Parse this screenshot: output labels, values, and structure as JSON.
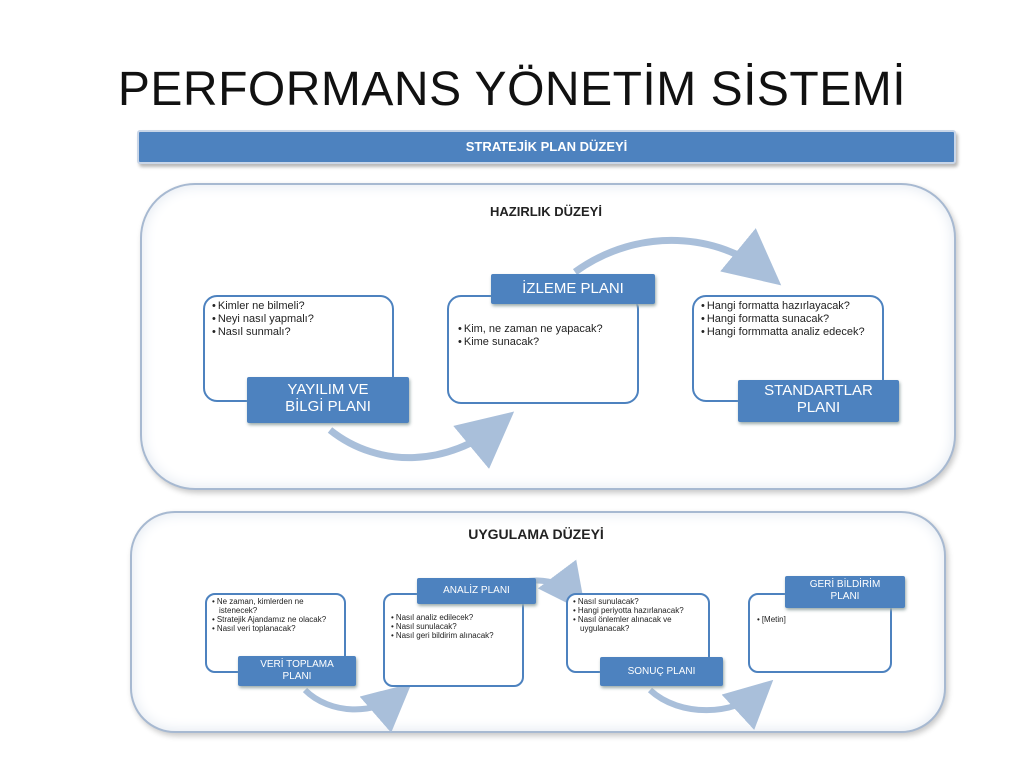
{
  "title": "PERFORMANS YÖNETİM SİSTEMİ",
  "banner": "STRATEJİK PLAN DÜZEYİ",
  "hazirlik": {
    "title": "HAZIRLIK DÜZEYİ",
    "yayilim": {
      "label_line1": "YAYILIM  VE",
      "label_line2": "BİLGİ PLANI",
      "bullets": [
        "Kimler ne bilmeli?",
        "Neyi nasıl yapmalı?",
        "Nasıl sunmalı?"
      ]
    },
    "izleme": {
      "label": "İZLEME PLANI",
      "bullets": [
        "Kim, ne zaman  ne yapacak?",
        "Kime sunacak?"
      ]
    },
    "standartlar": {
      "label_line1": "STANDARTLAR",
      "label_line2": "PLANI",
      "bullets": [
        "Hangi formatta hazırlayacak?",
        "Hangi formatta  sunacak?",
        "Hangi formmatta  analiz edecek?"
      ]
    }
  },
  "uygulama": {
    "title": "UYGULAMA DÜZEYİ",
    "veri": {
      "label_line1": "VERİ TOPLAMA",
      "label_line2": "PLANI",
      "bullets": [
        "Ne zaman, kimlerden ne istenecek?",
        "Stratejik Ajandamız ne olacak?",
        "Nasıl veri toplanacak?"
      ]
    },
    "analiz": {
      "label": "ANALİZ PLANI",
      "bullets": [
        "Nasıl analiz edilecek?",
        "Nasıl sunulacak?",
        "Nasıl geri bildirim alınacak?"
      ]
    },
    "sonuc": {
      "label": "SONUÇ PLANI",
      "bullets": [
        "Nasıl sunulacak?",
        "Hangi periyotta hazırlanacak?",
        "Nasıl önlemler alınacak ve uygulanacak?"
      ]
    },
    "geri": {
      "label_line1": "GERİ BİLDİRİM",
      "label_line2": "PLANI",
      "bullets": [
        "[Metin]"
      ]
    }
  }
}
